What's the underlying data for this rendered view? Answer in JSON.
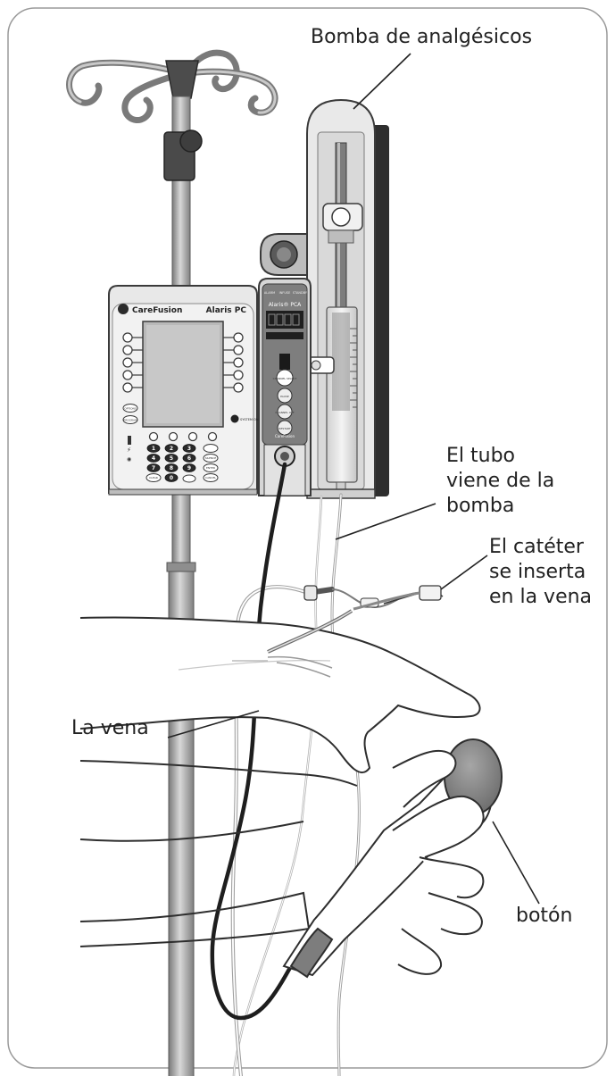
{
  "labels": {
    "pump": "Bomba de analgésicos",
    "tube": "El tubo\nviene de la\nbomba",
    "catheter": "El catéter\nse inserta\nen la vena",
    "vein": "La vena",
    "button": "botón"
  },
  "device": {
    "brand": "CareFusion",
    "model": "Alaris PC",
    "pca_title": "Alaris® PCA",
    "pca_panel_labels": [
      "ALARM",
      "INFUSE",
      "STANDBY"
    ],
    "pca_buttons": [
      "CHANNEL SELECT",
      "PAUSE",
      "CHANNEL OFF",
      "RESTART"
    ],
    "pca_brand": "CareFusion",
    "side_buttons": [
      "OPTIONS",
      "PROGRAM"
    ],
    "system_on": "SYSTEM ON",
    "keypad": [
      "1",
      "2",
      "3",
      "4",
      "5",
      "6",
      "7",
      "8",
      "9",
      "CLEAR",
      "0",
      ".",
      "SILENCE",
      "ENTER",
      "CANCEL"
    ]
  },
  "colors": {
    "outline": "#3a3a3a",
    "pole": "#9a9a9a",
    "device_body": "#e6e6e6",
    "screen": "#b9b9b9",
    "dark_grey": "#5a5a5a",
    "skin": "#ffffff",
    "handle": "#7d7d7d"
  }
}
